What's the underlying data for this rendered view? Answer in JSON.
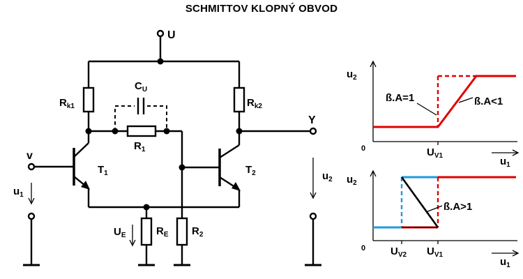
{
  "title": "SCHMITTOV KLOPNÝ OBVOD",
  "circuit": {
    "supply": "U",
    "output": "Y",
    "input": "v",
    "capacitor": {
      "main": "C",
      "sub": "U"
    },
    "rk1": {
      "main": "R",
      "sub": "k1"
    },
    "rk2": {
      "main": "R",
      "sub": "k2"
    },
    "r1": {
      "main": "R",
      "sub": "1"
    },
    "r2": {
      "main": "R",
      "sub": "2"
    },
    "re": {
      "main": "R",
      "sub": "E"
    },
    "t1": {
      "main": "T",
      "sub": "1"
    },
    "t2": {
      "main": "T",
      "sub": "2"
    },
    "ue": {
      "main": "U",
      "sub": "E"
    },
    "u1": {
      "main": "u",
      "sub": "1"
    },
    "u2": {
      "main": "u",
      "sub": "2"
    }
  },
  "graph_top": {
    "ylabel": {
      "main": "u",
      "sub": "2"
    },
    "xlabel": {
      "main": "u",
      "sub": "1"
    },
    "origin": "0",
    "threshold": {
      "main": "U",
      "sub": "V1"
    },
    "label_eq1": "ß.A=1",
    "label_lt1": "ß.A<1",
    "colors": {
      "red": "#e00000"
    }
  },
  "graph_bottom": {
    "ylabel": {
      "main": "u",
      "sub": "2"
    },
    "xlabel": {
      "main": "u",
      "sub": "1"
    },
    "origin": "0",
    "threshold_low": {
      "main": "U",
      "sub": "V2"
    },
    "threshold_high": {
      "main": "U",
      "sub": "V1"
    },
    "label_gt1": "ß.A>1",
    "colors": {
      "red": "#e00000",
      "blue": "#1e9ae0"
    }
  }
}
